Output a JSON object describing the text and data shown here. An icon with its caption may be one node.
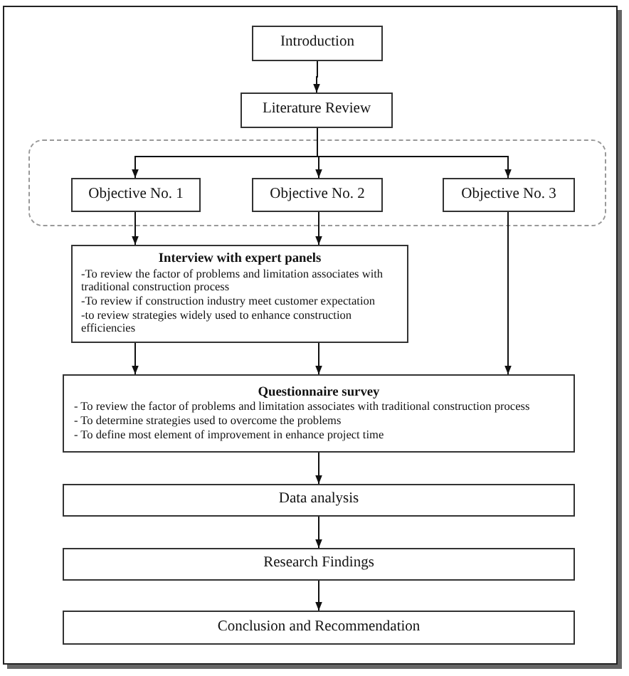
{
  "diagram": {
    "nodes": [
      {
        "text": [
          "Introduction"
        ]
      },
      {
        "text": [
          "Literature Review"
        ]
      },
      {
        "text": [],
        "shape": "box"
      },
      {
        "text": [
          "Objective No. 1"
        ],
        "in": 2
      },
      {
        "text": [
          "Objective No. 2"
        ],
        "in": 2
      },
      {
        "text": [
          "Objective No. 3"
        ],
        "in": 2
      },
      {
        "text": [
          "Interview with expert panels",
          "-To review the factor of problems and limitation associates with traditional construction process",
          "-To review if construction industry meet customer expectation",
          "-to review strategies widely used to enhance construction efficiencies"
        ]
      },
      {
        "text": [
          "Questionnaire survey",
          "- To review the factor of problems and limitation associates with traditional construction process",
          "- To determine strategies used to overcome the problems",
          "- To define most element of improvement in enhance project time"
        ]
      },
      {
        "text": [
          "Data analysis"
        ]
      },
      {
        "text": [
          "Research Findings"
        ]
      },
      {
        "text": [
          "Conclusion and Recommendation"
        ]
      }
    ],
    "edges": [
      {
        "from": 0,
        "to": 1,
        "arrow": "to"
      },
      {
        "from": 1,
        "to": 3,
        "arrow": "to"
      },
      {
        "from": 1,
        "to": 4,
        "arrow": "to"
      },
      {
        "from": 1,
        "to": 5,
        "arrow": "to"
      },
      {
        "from": 3,
        "to": 6,
        "arrow": "to"
      },
      {
        "from": 4,
        "to": 6,
        "arrow": "to"
      },
      {
        "from": 5,
        "to": 7,
        "arrow": "to"
      },
      {
        "from": 6,
        "to": 7,
        "arrow": "to"
      },
      {
        "from": 6,
        "to": 7,
        "arrow": "to"
      },
      {
        "from": 7,
        "to": 8,
        "arrow": "to"
      },
      {
        "from": 8,
        "to": 9,
        "arrow": "to"
      },
      {
        "from": 9,
        "to": 10,
        "arrow": "to"
      }
    ]
  }
}
